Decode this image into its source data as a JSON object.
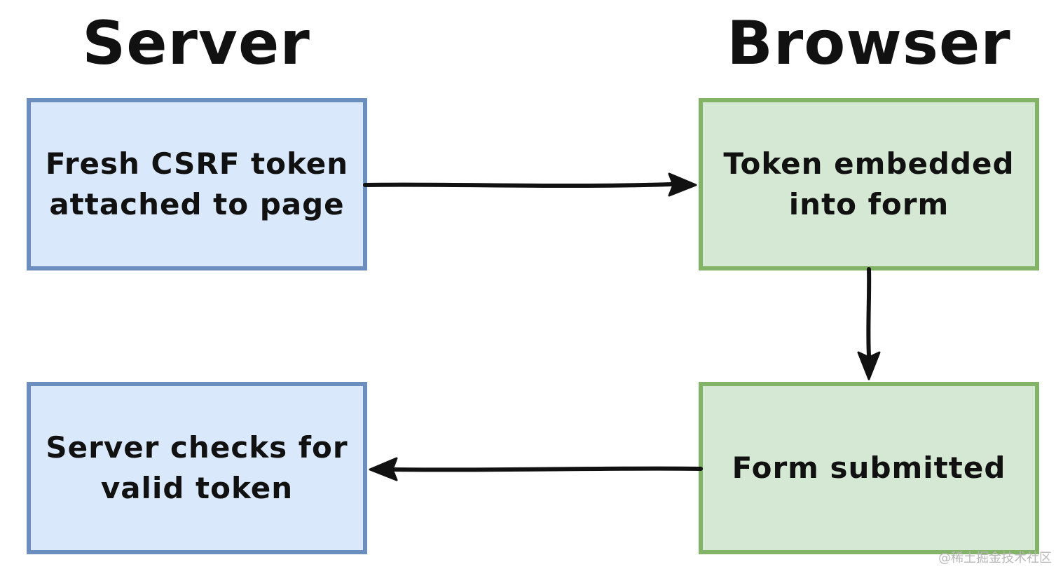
{
  "headings": {
    "server": "Server",
    "browser": "Browser"
  },
  "boxes": {
    "fresh_token": {
      "line1": "Fresh CSRF token",
      "line2": "attached to page"
    },
    "token_embedded": {
      "line1": "Token embedded",
      "line2": "into form"
    },
    "form_submitted": {
      "line1": "Form submitted"
    },
    "server_checks": {
      "line1": "Server checks for",
      "line2": "valid token"
    }
  },
  "watermark": "@稀土掘金技术社区",
  "colors": {
    "server_fill": "#dae8fc",
    "server_stroke": "#6c8ebf",
    "browser_fill": "#d5e8d4",
    "browser_stroke": "#82b366",
    "arrow": "#111111"
  }
}
